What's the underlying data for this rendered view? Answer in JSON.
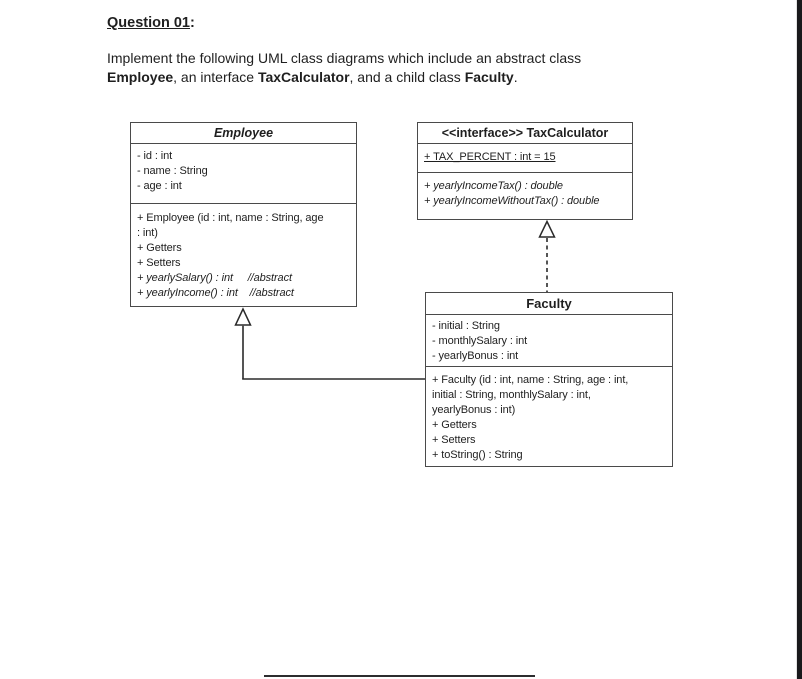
{
  "question": {
    "title": "Question 01",
    "colon": ":"
  },
  "intro": {
    "line1": "Implement the following UML class diagrams which include an abstract class",
    "line2": [
      {
        "text": "Employee"
      },
      {
        "text": ", an interface "
      },
      {
        "text": "TaxCalculator"
      },
      {
        "text": ", and a child class "
      },
      {
        "text": "Faculty"
      },
      {
        "text": "."
      }
    ]
  },
  "diagram": {
    "employee": {
      "title": "Employee",
      "attributes": [
        "- id : int",
        "- name : String",
        "- age : int"
      ],
      "method_lines": [
        "+ Employee (id : int, name : String, age",
        ": int)",
        "+ Getters",
        "+ Setters",
        "+ yearlySalary() : int     //abstract",
        "+ yearlyIncome() : int    //abstract"
      ]
    },
    "tax_calculator": {
      "title": "<<interface>> TaxCalculator",
      "static_field": "+ TAX_PERCENT : int = 15",
      "method_lines": [
        "+ yearlyIncomeTax() : double",
        "+ yearlyIncomeWithoutTax() : double"
      ]
    },
    "faculty": {
      "title": "Faculty",
      "attributes": [
        "- initial : String",
        "- monthlySalary : int",
        "- yearlyBonus : int"
      ],
      "method_lines": [
        "+ Faculty (id : int, name : String, age : int,",
        "initial : String, monthlySalary : int,",
        "yearlyBonus : int)",
        "+ Getters",
        "+ Setters",
        "+ toString() : String"
      ]
    },
    "relationships": [
      {
        "type": "generalization",
        "from": "Faculty",
        "to": "Employee",
        "line_style": "solid"
      },
      {
        "type": "realization",
        "from": "Faculty",
        "to": "TaxCalculator",
        "line_style": "dashed"
      }
    ]
  },
  "colors": {
    "background": "#ffffff",
    "text": "#1f1f1f",
    "box_border": "#4a4a4a",
    "connector": "#2b2b2b",
    "edge_strip": "#19191b"
  }
}
